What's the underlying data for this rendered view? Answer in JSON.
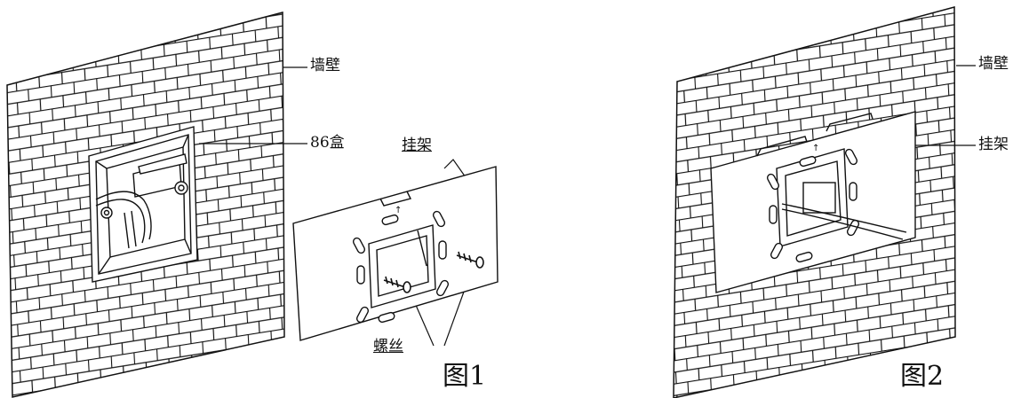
{
  "figure1": {
    "labels": {
      "wall": "墙壁",
      "box": "86盒",
      "bracket": "挂架",
      "screws": "螺丝"
    },
    "caption": "图1"
  },
  "figure2": {
    "labels": {
      "wall": "墙壁",
      "bracket": "挂架"
    },
    "caption": "图2"
  },
  "colors": {
    "line": "#111111",
    "background": "#ffffff"
  }
}
